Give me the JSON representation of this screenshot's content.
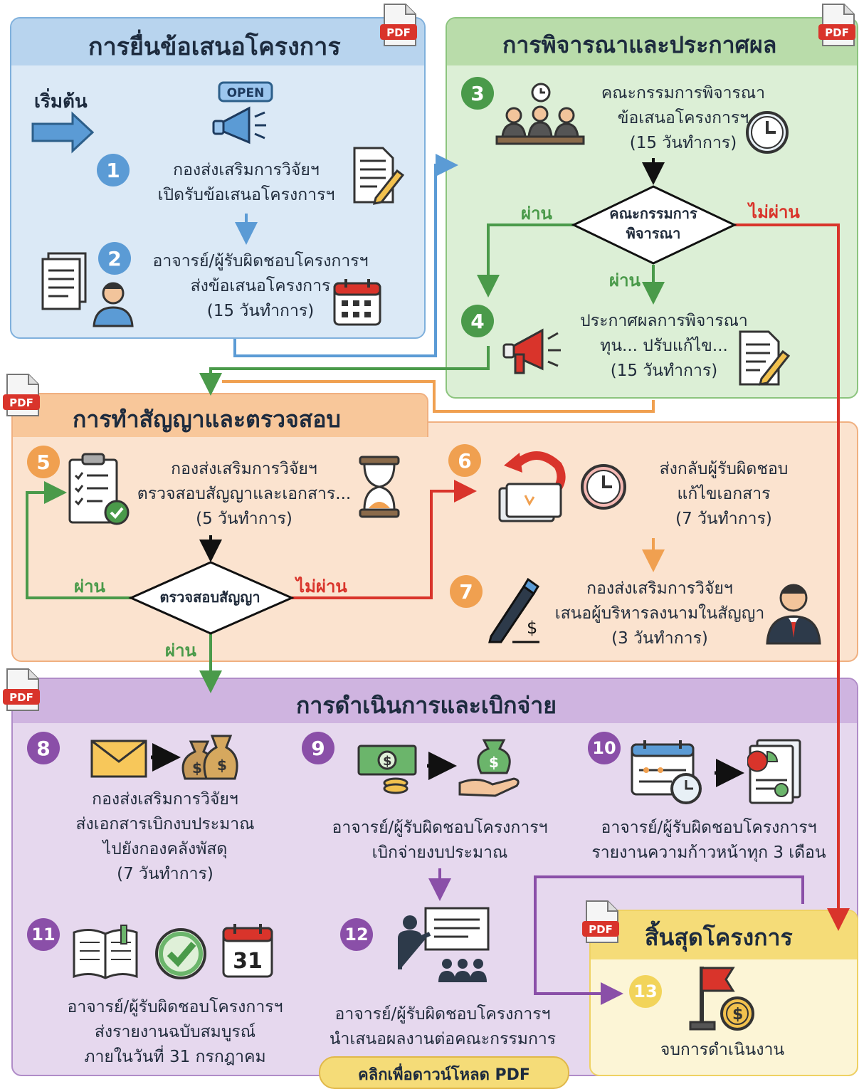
{
  "colors": {
    "blue": "#5b9bd5",
    "green": "#4a9a4a",
    "orange": "#f0a050",
    "red": "#d9342b",
    "purple": "#8a4fa8",
    "yellow": "#f2d45a"
  },
  "pdf_label": "PDF",
  "open_label": "OPEN",
  "sections": {
    "submit": {
      "title": "การยื่นข้อเสนอโครงการ",
      "start": "เริ่มต้น"
    },
    "review": {
      "title": "การพิจารณาและประกาศผล"
    },
    "contract": {
      "title": "การทำสัญญาและตรวจสอบ"
    },
    "operate": {
      "title": "การดำเนินการและเบิกจ่าย"
    },
    "end": {
      "title": "สิ้นสุดโครงการ"
    }
  },
  "steps": [
    {
      "num": "1",
      "lines": [
        "กองส่งเสริมการวิจัยฯ",
        "เปิดรับข้อเสนอโครงการฯ"
      ]
    },
    {
      "num": "2",
      "lines": [
        "อาจารย์/ผู้รับผิดชอบโครงการฯ",
        "ส่งข้อเสนอโครงการ",
        "(15 วันทำการ)"
      ]
    },
    {
      "num": "3",
      "lines": [
        "คณะกรรมการพิจารณา",
        "ข้อเสนอโครงการฯ",
        "(15 วันทำการ)"
      ]
    },
    {
      "num": "4",
      "lines": [
        "ประกาศผลการพิจารณา",
        "ทุน... ปรับแก้ไข...",
        "(15 วันทำการ)"
      ]
    },
    {
      "num": "5",
      "lines": [
        "กองส่งเสริมการวิจัยฯ",
        "ตรวจสอบสัญญาและเอกสาร...",
        "(5 วันทำการ)"
      ]
    },
    {
      "num": "6",
      "lines": [
        "ส่งกลับผู้รับผิดชอบ",
        "แก้ไขเอกสาร",
        "(7 วันทำการ)"
      ]
    },
    {
      "num": "7",
      "lines": [
        "กองส่งเสริมการวิจัยฯ",
        "เสนอผู้บริหารลงนามในสัญญา",
        "(3 วันทำการ)"
      ]
    },
    {
      "num": "8",
      "lines": [
        "กองส่งเสริมการวิจัยฯ",
        "ส่งเอกสารเบิกงบประมาณ",
        "ไปยังกองคลังพัสดุ",
        "(7 วันทำการ)"
      ]
    },
    {
      "num": "9",
      "lines": [
        "อาจารย์/ผู้รับผิดชอบโครงการฯ",
        "เบิกจ่ายงบประมาณ"
      ]
    },
    {
      "num": "10",
      "lines": [
        "อาจารย์/ผู้รับผิดชอบโครงการฯ",
        "รายงานความก้าวหน้าทุก 3 เดือน"
      ]
    },
    {
      "num": "11",
      "lines": [
        "อาจารย์/ผู้รับผิดชอบโครงการฯ",
        "ส่งรายงานฉบับสมบูรณ์",
        "ภายในวันที่ 31 กรกฎาคม"
      ]
    },
    {
      "num": "12",
      "lines": [
        "อาจารย์/ผู้รับผิดชอบโครงการฯ",
        "นำเสนอผลงานต่อคณะกรรมการ"
      ]
    },
    {
      "num": "13",
      "lines": [
        "จบการดำเนินงาน"
      ]
    }
  ],
  "decisions": {
    "committee": [
      "คณะกรรมการ",
      "พิจารณา"
    ],
    "contract_check": "ตรวจสอบสัญญา"
  },
  "labels": {
    "pass": "ผ่าน",
    "fail": "ไม่ผ่าน"
  },
  "calendar_day": "31",
  "download_button": "คลิกเพื่อดาวน์โหลด PDF"
}
